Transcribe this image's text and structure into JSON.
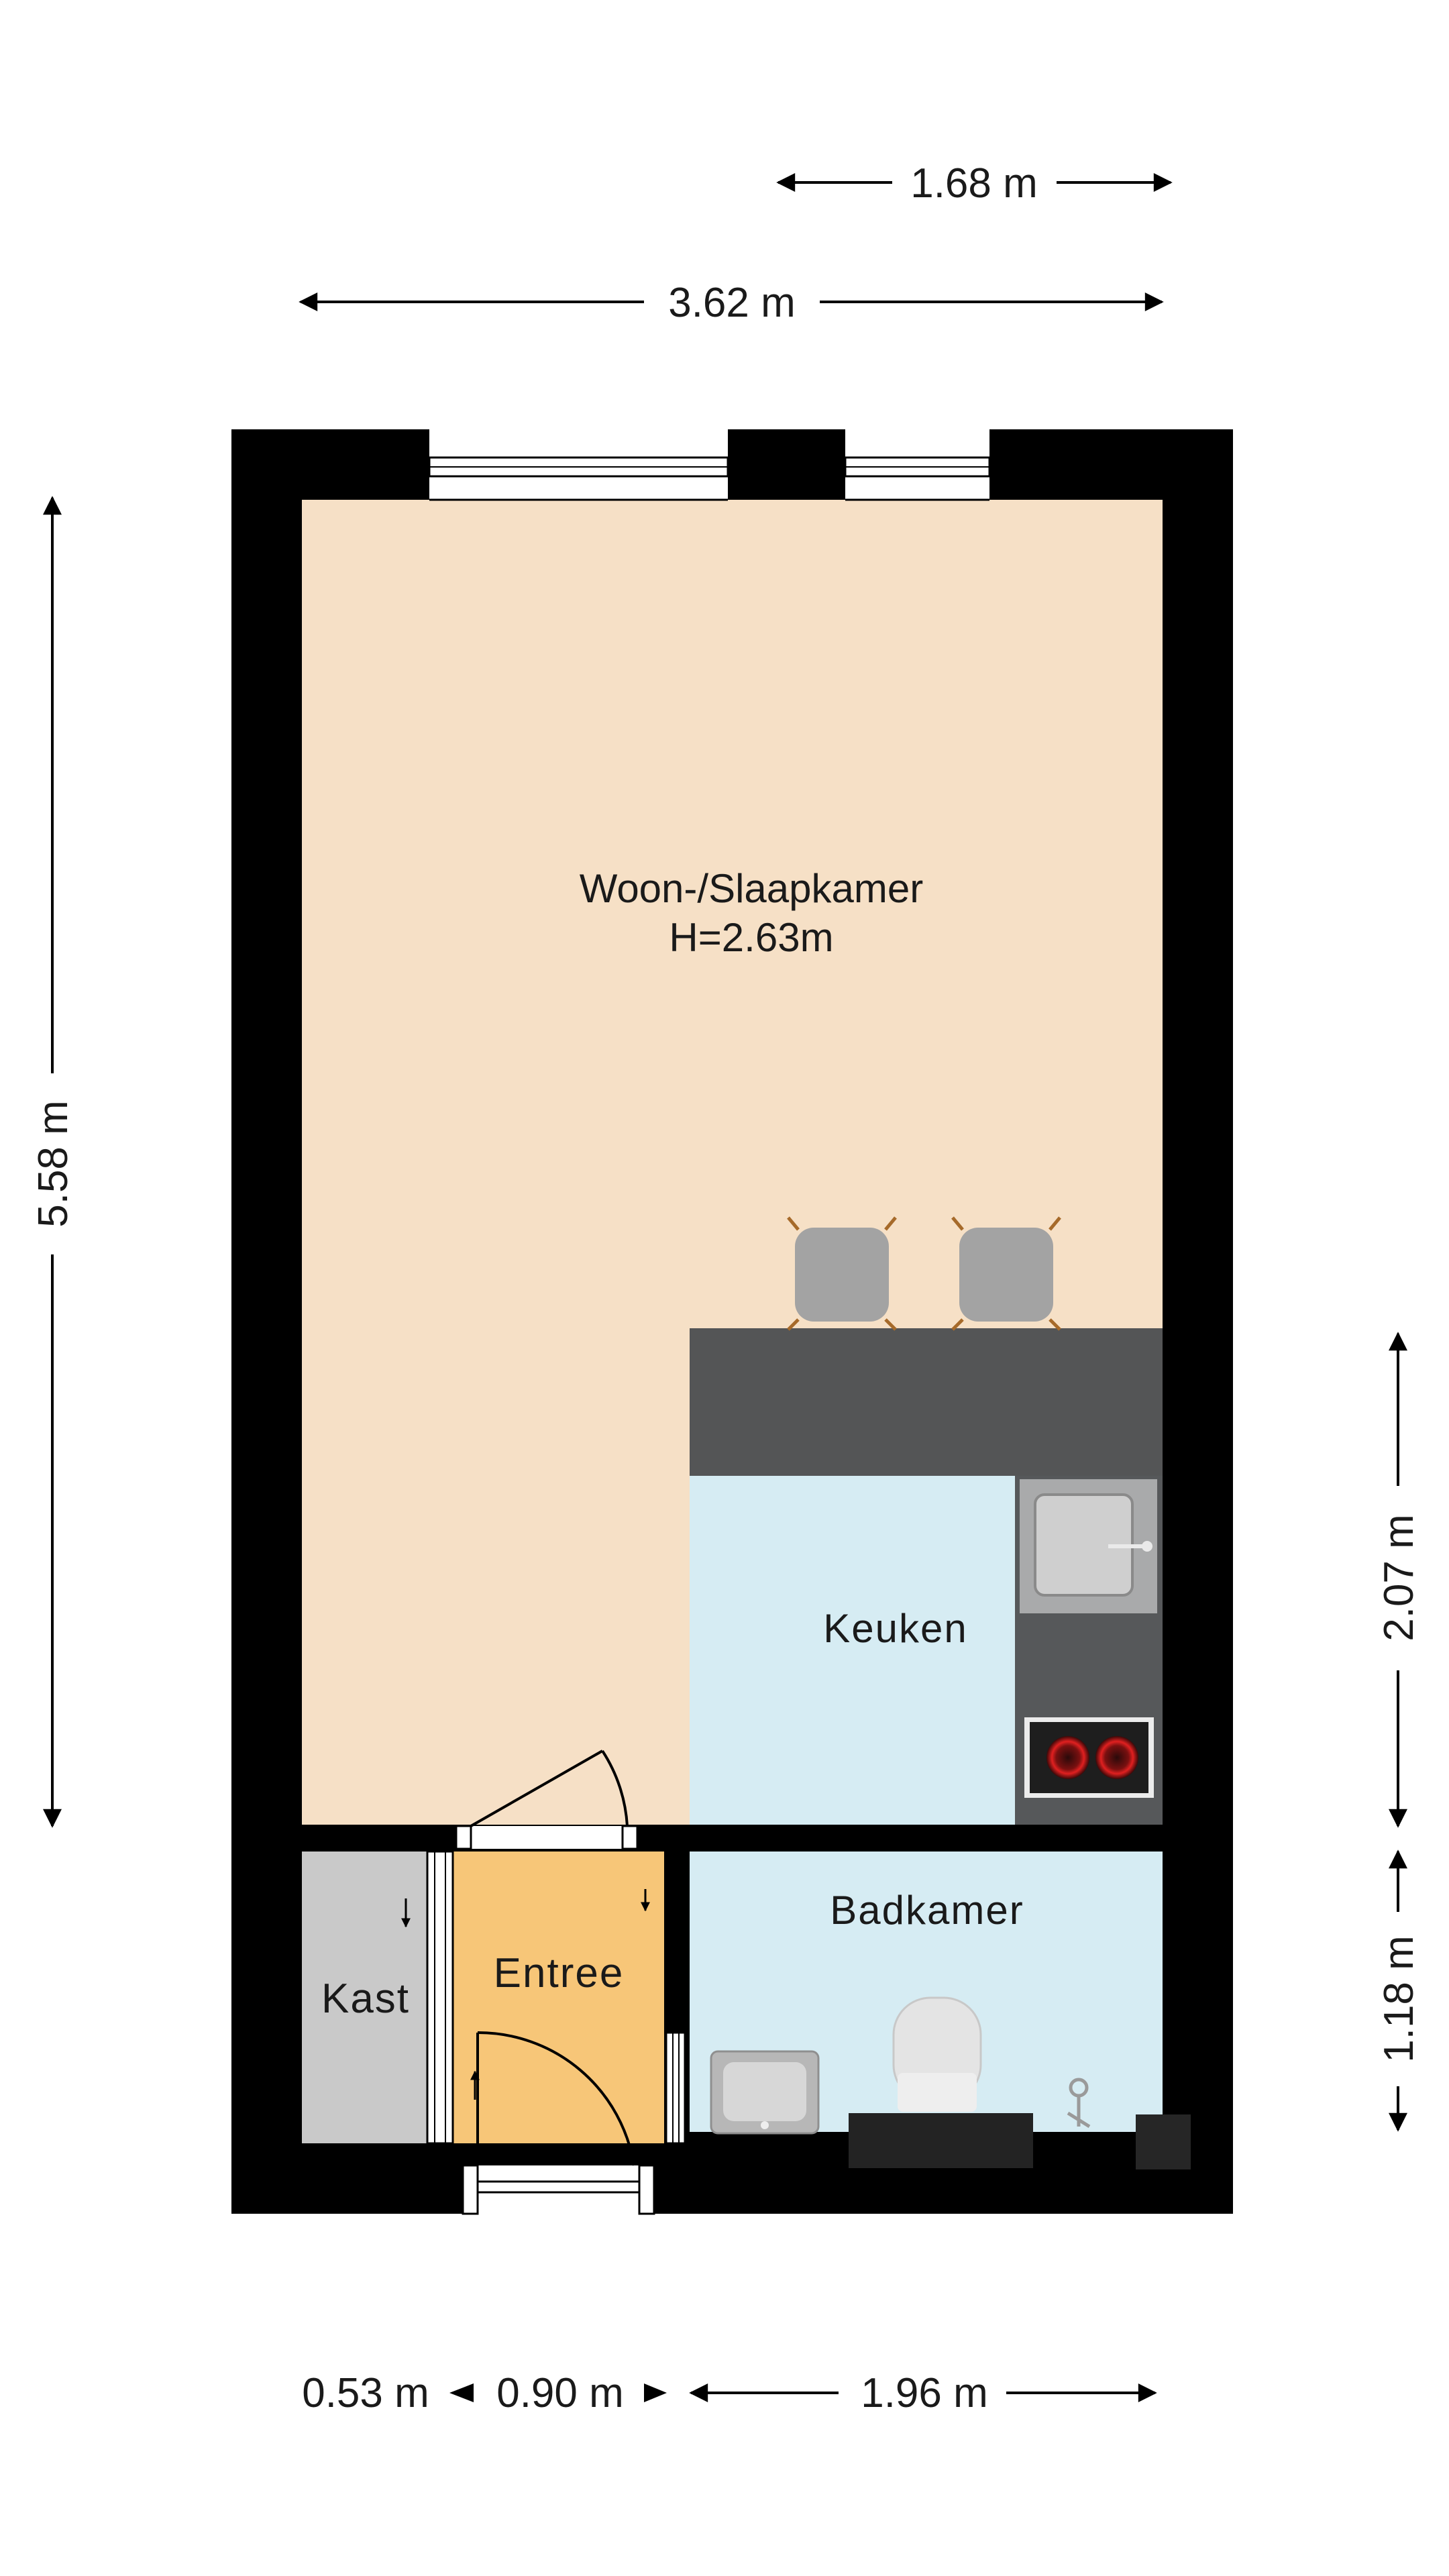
{
  "dimensions": {
    "top_short": "1.68 m",
    "top_long": "3.62 m",
    "left_height": "5.58 m",
    "right_upper": "2.07 m",
    "right_lower": "1.18 m",
    "bottom_1": "0.53 m",
    "bottom_2": "0.90 m",
    "bottom_3": "1.96 m"
  },
  "rooms": {
    "living": {
      "name": "Woon-/Slaapkamer",
      "height": "H=2.63m"
    },
    "kitchen": {
      "name": "Keuken"
    },
    "bathroom": {
      "name": "Badkamer"
    },
    "entrance": {
      "name": "Entree"
    },
    "closet": {
      "name": "Kast"
    }
  },
  "colors": {
    "wall": "#000000",
    "living": "#f6e0c6",
    "kitchen": "#d6ecf3",
    "bathroom": "#d6ecf3",
    "entrance": "#f7c678",
    "closet": "#c9c9c9",
    "counter": "#545556"
  }
}
